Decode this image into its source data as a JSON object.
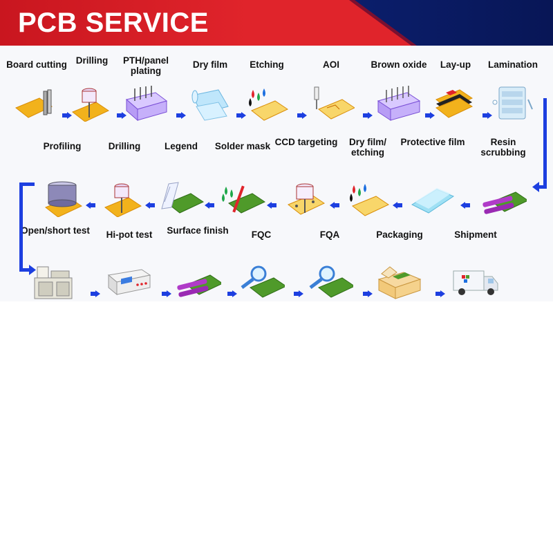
{
  "header": {
    "title": "PCB SERVICE"
  },
  "colors": {
    "banner_red": "#e0242b",
    "banner_navy": "#0b1f6e",
    "arrow_blue": "#1d3fe0",
    "board_yellow": "#f2b21c",
    "board_green": "#4f9a2a"
  },
  "rows": [
    {
      "direction": "left-to-right",
      "steps": [
        {
          "label": "Board cutting",
          "icon": "board-cutting-icon"
        },
        {
          "label": "Drilling",
          "icon": "drill-press-icon"
        },
        {
          "label": "PTH/panel plating",
          "icon": "plating-tank-icon"
        },
        {
          "label": "Dry film",
          "icon": "film-roll-icon"
        },
        {
          "label": "Etching",
          "icon": "ink-drops-icon"
        },
        {
          "label": "AOI",
          "icon": "inspection-probe-icon"
        },
        {
          "label": "Brown oxide",
          "icon": "oxide-tank-icon"
        },
        {
          "label": "Lay-up",
          "icon": "layer-stack-icon"
        },
        {
          "label": "Lamination",
          "icon": "press-machine-icon"
        }
      ]
    },
    {
      "direction": "right-to-left",
      "steps": [
        {
          "label": "Resin scrubbing",
          "icon": "roller-brush-icon"
        },
        {
          "label": "Protective film",
          "icon": "film-sheet-icon"
        },
        {
          "label": "Dry film/ etching",
          "icon": "ink-drops-icon"
        },
        {
          "label": "CCD targeting",
          "icon": "targeting-camera-icon"
        },
        {
          "label": "Solder mask",
          "icon": "solder-mask-icon"
        },
        {
          "label": "Legend",
          "icon": "legend-print-icon"
        },
        {
          "label": "Drilling",
          "icon": "drill-press-icon"
        },
        {
          "label": "Profiling",
          "icon": "router-cylinder-icon"
        }
      ]
    },
    {
      "direction": "left-to-right",
      "steps": [
        {
          "label": "Open/short test",
          "icon": "test-bench-icon"
        },
        {
          "label": "Hi-pot test",
          "icon": "hipot-tester-icon"
        },
        {
          "label": "Surface finish",
          "icon": "roller-brush-icon"
        },
        {
          "label": "FQC",
          "icon": "magnifier-icon"
        },
        {
          "label": "FQA",
          "icon": "magnifier-icon"
        },
        {
          "label": "Packaging",
          "icon": "box-icon"
        },
        {
          "label": "Shipment",
          "icon": "truck-icon"
        }
      ]
    }
  ]
}
